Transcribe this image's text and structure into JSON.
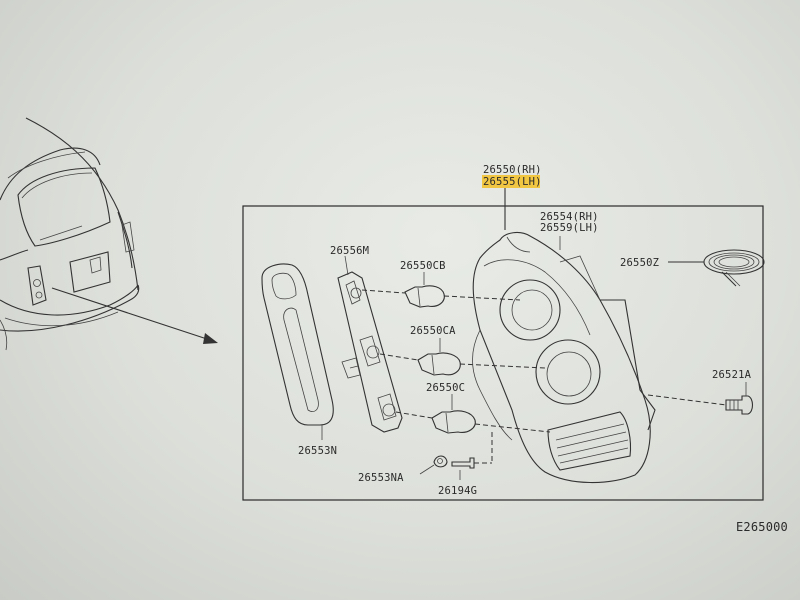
{
  "part_numbers": {
    "assembly_rh": "26550(RH)",
    "assembly_lh": "26555(LH)",
    "housing_rh": "26554(RH)",
    "housing_lh": "26559(LH)",
    "packing": "26556M",
    "gasket": "26553N",
    "bulb_cb": "26550CB",
    "bulb_ca": "26550CA",
    "bulb_c": "26550C",
    "seal": "26550Z",
    "bolt": "26521A",
    "clip": "26553NA",
    "screw": "26194G"
  },
  "figure_code": "E265000"
}
